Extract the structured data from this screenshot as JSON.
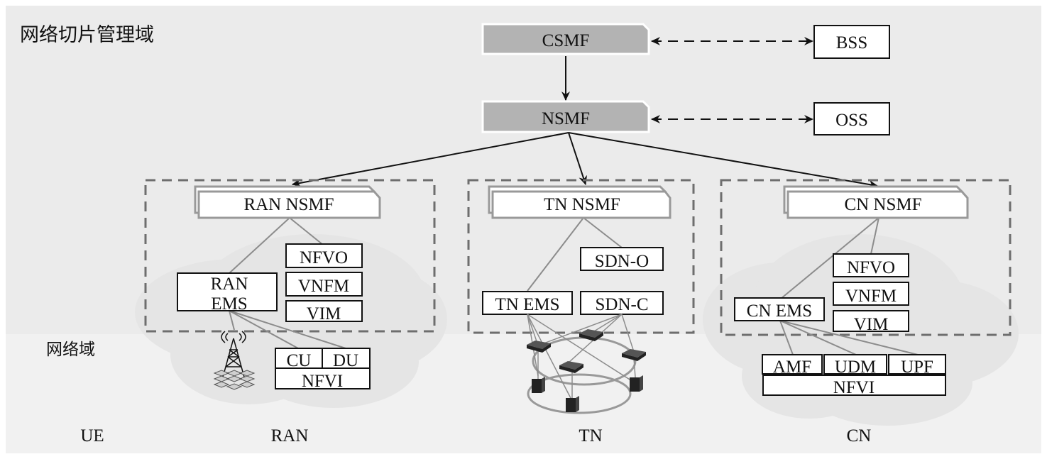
{
  "domains": {
    "management": "网络切片管理域",
    "network": "网络域"
  },
  "top": {
    "csmf": "CSMF",
    "nsmf": "NSMF",
    "bss": "BSS",
    "oss": "OSS"
  },
  "ran": {
    "nsmf": "RAN NSMF",
    "ems_line1": "RAN",
    "ems_line2": "EMS",
    "nfvo": "NFVO",
    "vnfm": "VNFM",
    "vim": "VIM",
    "cu": "CU",
    "du": "DU",
    "nfvi": "NFVI",
    "tower_icon": "base-station-tower-icon"
  },
  "tn": {
    "nsmf": "TN NSMF",
    "sdn_o": "SDN-O",
    "ems": "TN EMS",
    "sdn_c": "SDN-C",
    "router_icon": "router-icon",
    "server_icon": "server-icon"
  },
  "cn": {
    "nsmf": "CN NSMF",
    "nfvo": "NFVO",
    "vnfm": "VNFM",
    "vim": "VIM",
    "ems": "CN EMS",
    "amf": "AMF",
    "udm": "UDM",
    "upf": "UPF",
    "nfvi": "NFVI"
  },
  "bottom_labels": {
    "ue": "UE",
    "ran": "RAN",
    "tn": "TN",
    "cn": "CN"
  },
  "colors": {
    "management_bg": "#ebebeb",
    "network_bg": "#f1f1f1",
    "cloud": "#e4e4e4",
    "gray_box": "#b3b3b3",
    "dashed_border": "#6e6e6e",
    "connector": "#8c8c8c"
  }
}
